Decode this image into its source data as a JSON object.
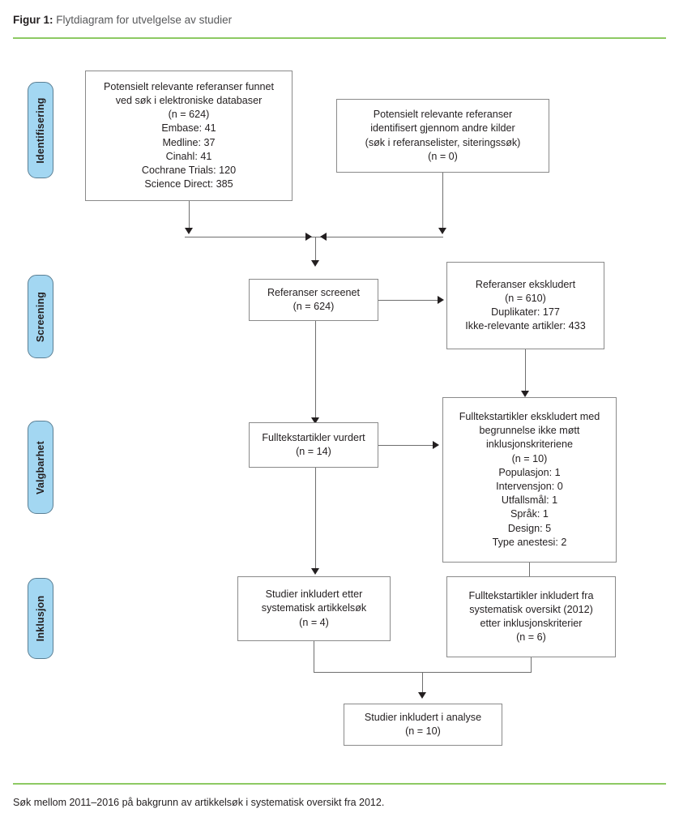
{
  "header": {
    "label": "Figur 1:",
    "caption": "Flytdiagram for utvelgelse av studier"
  },
  "footnote": "Søk mellom 2011–2016 på bakgrunn av artikkelsøk i systematisk oversikt fra 2012.",
  "colors": {
    "rule_green": "#8dc963",
    "stage_tab_fill": "#a3d7f2",
    "stage_tab_border": "#5a7f94",
    "box_border": "#8a8a8a",
    "connector": "#6f6f6f",
    "text": "#231f20",
    "caption_text": "#58595b"
  },
  "stages": [
    {
      "id": "identifisering",
      "label": "Identifisering"
    },
    {
      "id": "screening",
      "label": "Screening"
    },
    {
      "id": "valgbarhet",
      "label": "Valgbarhet"
    },
    {
      "id": "inklusjon",
      "label": "Inklusjon"
    }
  ],
  "boxes": {
    "database_search": "Potensielt relevante referanser funnet\nved søk i elektroniske databaser\n(n = 624)\nEmbase: 41\nMedline: 37\nCinahl: 41\nCochrane Trials: 120\nScience Direct: 385",
    "other_sources": "Potensielt relevante referanser\nidentifisert gjennom andre kilder\n(søk i referanselister, siteringssøk)\n(n = 0)",
    "records_screened": "Referanser screenet\n(n = 624)",
    "records_excluded": "Referanser ekskludert\n(n = 610)\nDuplikater: 177\nIkke-relevante artikler: 433",
    "fulltext_assessed": "Fulltekstartikler vurdert\n(n = 14)",
    "fulltext_excluded": "Fulltekstartikler ekskludert med\nbegrunnelse ikke møtt\ninklusjonskriteriene\n(n = 10)\nPopulasjon: 1\nIntervensjon: 0\nUtfallsmål: 1\nSpråk: 1\nDesign: 5\nType anestesi: 2",
    "included_new_search": "Studier inkludert etter\nsystematisk artikkelsøk\n(n = 4)",
    "included_from_review": "Fulltekstartikler inkludert fra\nsystematisk oversikt (2012)\netter inklusjonskriterier\n(n = 6)",
    "included_analysis": "Studier inkludert i analyse\n(n = 10)"
  },
  "chart_data": {
    "type": "diagram",
    "title": "Flytdiagram for utvelgelse av studier",
    "nodes": [
      {
        "id": "database_search",
        "stage": "Identifisering",
        "n": 624,
        "breakdown": {
          "Embase": 41,
          "Medline": 37,
          "Cinahl": 41,
          "Cochrane Trials": 120,
          "Science Direct": 385
        }
      },
      {
        "id": "other_sources",
        "stage": "Identifisering",
        "n": 0
      },
      {
        "id": "records_screened",
        "stage": "Screening",
        "n": 624
      },
      {
        "id": "records_excluded",
        "stage": "Screening",
        "n": 610,
        "breakdown": {
          "Duplikater": 177,
          "Ikke-relevante artikler": 433
        }
      },
      {
        "id": "fulltext_assessed",
        "stage": "Valgbarhet",
        "n": 14
      },
      {
        "id": "fulltext_excluded",
        "stage": "Valgbarhet",
        "n": 10,
        "breakdown": {
          "Populasjon": 1,
          "Intervensjon": 0,
          "Utfallsmål": 1,
          "Språk": 1,
          "Design": 5,
          "Type anestesi": 2
        }
      },
      {
        "id": "included_new_search",
        "stage": "Inklusjon",
        "n": 4
      },
      {
        "id": "included_from_review",
        "stage": "Inklusjon",
        "n": 6
      },
      {
        "id": "included_analysis",
        "stage": "Inklusjon",
        "n": 10
      }
    ],
    "edges": [
      {
        "from": "database_search",
        "to": "records_screened"
      },
      {
        "from": "other_sources",
        "to": "records_screened"
      },
      {
        "from": "records_screened",
        "to": "records_excluded"
      },
      {
        "from": "records_screened",
        "to": "fulltext_assessed"
      },
      {
        "from": "records_excluded",
        "to": "fulltext_excluded"
      },
      {
        "from": "fulltext_assessed",
        "to": "fulltext_excluded"
      },
      {
        "from": "fulltext_assessed",
        "to": "included_new_search"
      },
      {
        "from": "fulltext_excluded",
        "to": "included_from_review"
      },
      {
        "from": "included_new_search",
        "to": "included_analysis"
      },
      {
        "from": "included_from_review",
        "to": "included_analysis"
      }
    ]
  }
}
